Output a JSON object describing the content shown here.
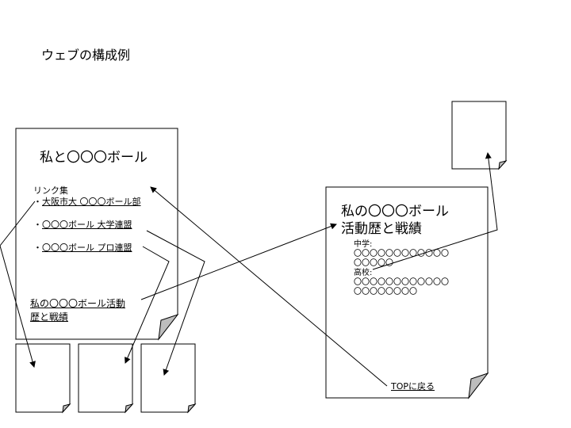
{
  "title": "ウェブの構成例",
  "top_page": {
    "heading": "私と〇〇〇ボール",
    "links_label": "リンク集",
    "links": [
      {
        "bullet": "・",
        "text": "大阪市大 〇〇〇ボール部"
      },
      {
        "bullet": "・",
        "text": "〇〇〇ボール 大学連盟"
      },
      {
        "bullet": "・",
        "text": "〇〇〇ボール プロ連盟"
      }
    ],
    "history_link_line1": "私の〇〇〇ボール活動",
    "history_link_line2": "歴と戦績"
  },
  "history_page": {
    "heading_line1": "私の〇〇〇ボール",
    "heading_line2": "活動歴と戦績",
    "middle_label": "中学:",
    "middle_circles_1": "〇〇〇〇〇〇〇〇〇〇〇〇",
    "middle_circles_2": "〇〇〇〇〇",
    "high_label": "高校:",
    "high_circles_1": "〇〇〇〇〇〇〇〇〇〇〇〇",
    "high_circles_2": "〇〇〇〇〇〇〇〇",
    "back_link": "TOPに戻る"
  }
}
